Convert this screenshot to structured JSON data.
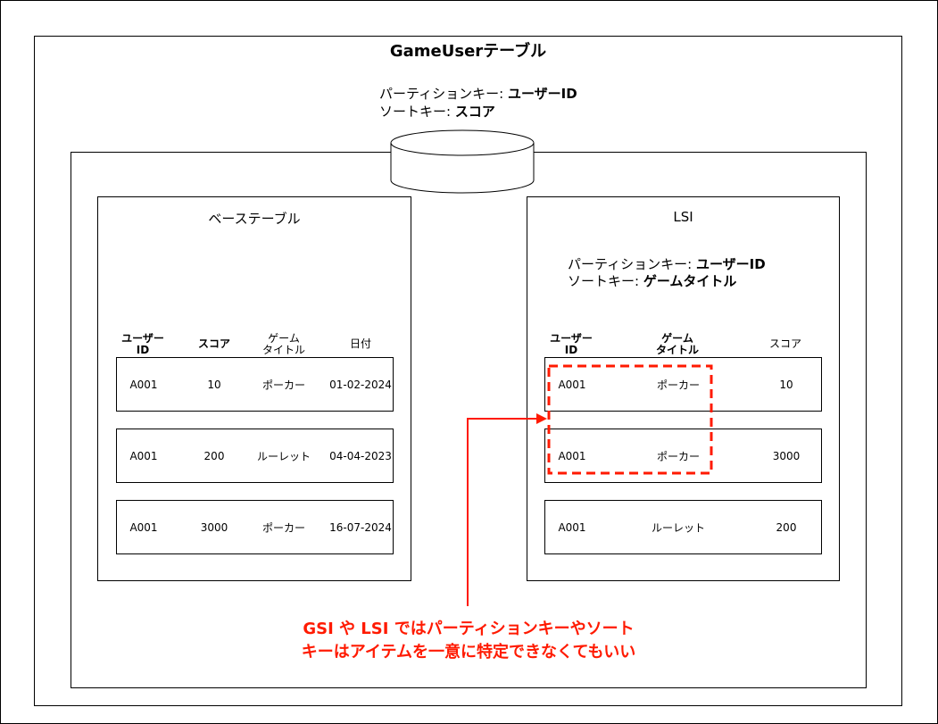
{
  "outer": {
    "title": "GameUserテーブル"
  },
  "table_keys": {
    "partition_label": "パーティションキー: ",
    "partition_value": "ユーザーID",
    "sort_label": "ソートキー: ",
    "sort_value": "スコア"
  },
  "base_table": {
    "title": "ベーステーブル",
    "headers": [
      "ユーザー\nID",
      "スコア",
      "ゲーム\nタイトル",
      "日付"
    ],
    "rows": [
      [
        "A001",
        "10",
        "ポーカー",
        "01-02-2024"
      ],
      [
        "A001",
        "200",
        "ルーレット",
        "04-04-2023"
      ],
      [
        "A001",
        "3000",
        "ポーカー",
        "16-07-2024"
      ]
    ]
  },
  "lsi": {
    "title": "LSI",
    "partition_label": "パーティションキー: ",
    "partition_value": "ユーザーID",
    "sort_label": "ソートキー: ",
    "sort_value": "ゲームタイトル",
    "headers": [
      "ユーザー\nID",
      "ゲーム\nタイトル",
      "スコア"
    ],
    "rows": [
      [
        "A001",
        "ポーカー",
        "10"
      ],
      [
        "A001",
        "ポーカー",
        "3000"
      ],
      [
        "A001",
        "ルーレット",
        "200"
      ]
    ]
  },
  "note": {
    "line1": "GSI や LSI ではパーティションキーやソート",
    "line2": "キーはアイテムを一意に特定できなくてもいい"
  },
  "colors": {
    "accent": "#ff1a00",
    "stroke": "#000000"
  }
}
